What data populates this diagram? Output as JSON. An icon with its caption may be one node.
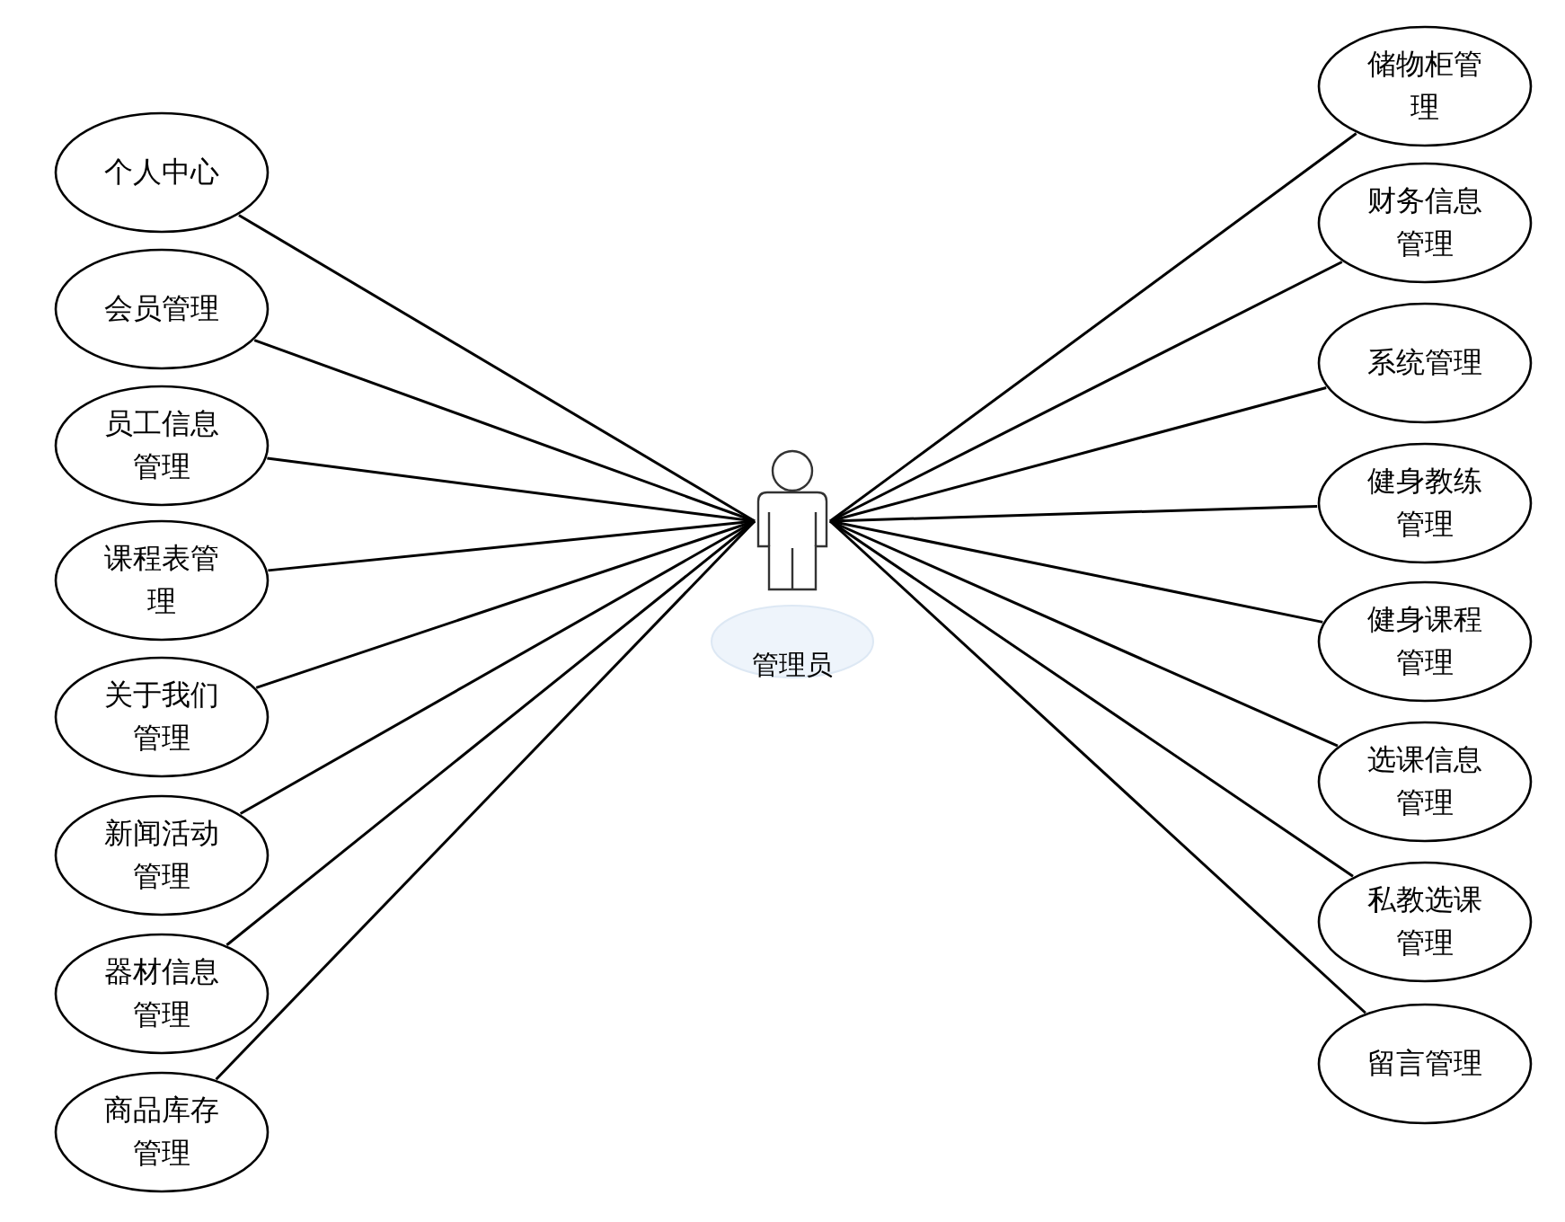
{
  "diagram": {
    "nodes": [
      {
        "text": [
          "个人中心"
        ]
      },
      {
        "text": [
          "会员管理"
        ]
      },
      {
        "text": [
          "员工信息管理"
        ]
      },
      {
        "text": [
          "课程表管理"
        ]
      },
      {
        "text": [
          "关于我们管理"
        ]
      },
      {
        "text": [
          "新闻活动管理"
        ]
      },
      {
        "text": [
          "器材信息管理"
        ]
      },
      {
        "text": [
          "商品库存管理"
        ]
      },
      {
        "text": [
          "管理员"
        ]
      },
      {
        "text": [
          "储物柜管理"
        ]
      },
      {
        "text": [
          "财务信息管理"
        ]
      },
      {
        "text": [
          "系统管理"
        ]
      },
      {
        "text": [
          "健身教练管理"
        ]
      },
      {
        "text": [
          "健身课程管理"
        ]
      },
      {
        "text": [
          "选课信息管理"
        ]
      },
      {
        "text": [
          "私教选课管理"
        ]
      },
      {
        "text": [
          "留言管理"
        ]
      }
    ],
    "edges": [
      {
        "from": 8,
        "to": 0,
        "arrow": "none"
      },
      {
        "from": 8,
        "to": 1,
        "arrow": "none"
      },
      {
        "from": 8,
        "to": 2,
        "arrow": "none"
      },
      {
        "from": 8,
        "to": 3,
        "arrow": "none"
      },
      {
        "from": 8,
        "to": 4,
        "arrow": "none"
      },
      {
        "from": 8,
        "to": 5,
        "arrow": "none"
      },
      {
        "from": 8,
        "to": 6,
        "arrow": "none"
      },
      {
        "from": 8,
        "to": 7,
        "arrow": "none"
      },
      {
        "from": 8,
        "to": 9,
        "arrow": "none"
      },
      {
        "from": 8,
        "to": 10,
        "arrow": "none"
      },
      {
        "from": 8,
        "to": 11,
        "arrow": "none"
      },
      {
        "from": 8,
        "to": 12,
        "arrow": "none"
      },
      {
        "from": 8,
        "to": 13,
        "arrow": "none"
      },
      {
        "from": 8,
        "to": 14,
        "arrow": "none"
      },
      {
        "from": 8,
        "to": 15,
        "arrow": "none"
      },
      {
        "from": 8,
        "to": 16,
        "arrow": "none"
      }
    ]
  }
}
